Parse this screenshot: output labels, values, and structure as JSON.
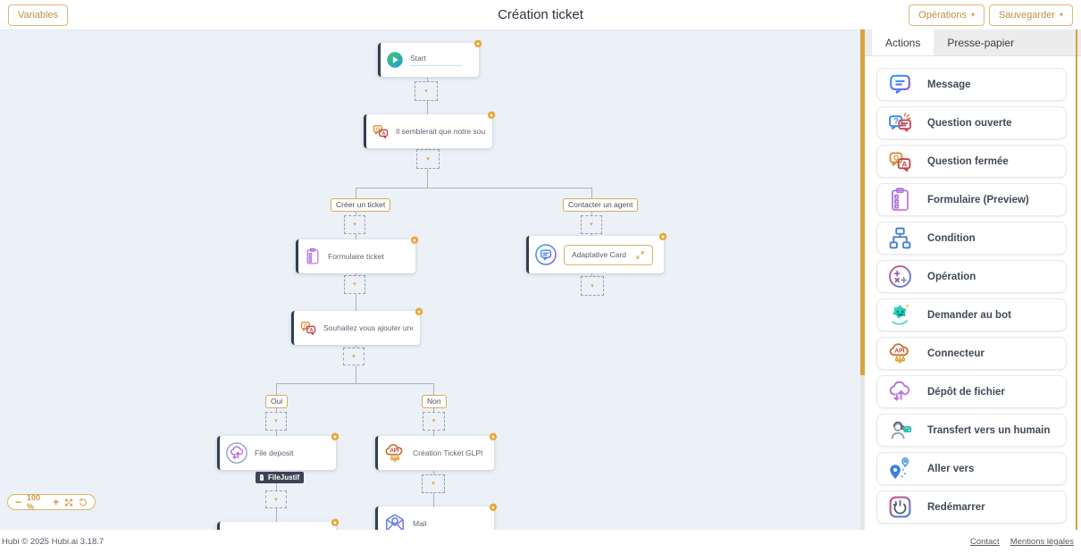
{
  "topbar": {
    "variables_button": "Variables",
    "title": "Création ticket",
    "operations_button": "Opérations",
    "save_button": "Sauvegarder"
  },
  "sidebar": {
    "tabs": [
      {
        "label": "Actions",
        "active": true
      },
      {
        "label": "Presse-papier",
        "active": false
      }
    ],
    "items": [
      {
        "name": "message",
        "label": "Message",
        "icon": "message-icon"
      },
      {
        "name": "question-ouverte",
        "label": "Question ouverte",
        "icon": "question-ouverte-icon"
      },
      {
        "name": "question-fermee",
        "label": "Question fermée",
        "icon": "question-fermee-icon"
      },
      {
        "name": "formulaire",
        "label": "Formulaire (Preview)",
        "icon": "form-icon"
      },
      {
        "name": "condition",
        "label": "Condition",
        "icon": "condition-icon"
      },
      {
        "name": "operation",
        "label": "Opération",
        "icon": "operation-icon"
      },
      {
        "name": "demander-au-bot",
        "label": "Demander au bot",
        "icon": "bot-icon"
      },
      {
        "name": "connecteur",
        "label": "Connecteur",
        "icon": "connector-api-icon"
      },
      {
        "name": "depot-de-fichier",
        "label": "Dépôt de fichier",
        "icon": "file-upload-icon"
      },
      {
        "name": "transfert-humain",
        "label": "Transfert vers un humain",
        "icon": "human-transfer-icon"
      },
      {
        "name": "aller-vers",
        "label": "Aller vers",
        "icon": "goto-icon"
      },
      {
        "name": "redemarrer",
        "label": "Redémarrer",
        "icon": "restart-icon"
      }
    ]
  },
  "canvas": {
    "nodes": [
      {
        "label": "Start",
        "icon": "play-icon"
      },
      {
        "label": "Il semblerait que notre soucis ...",
        "icon": "question-fermee-icon"
      },
      {
        "label": "Formulaire ticket",
        "icon": "form-icon"
      },
      {
        "label": "Adaptative Card",
        "icon": "message-circle-icon"
      },
      {
        "label": "Souhaitez vous ajouter une pi...",
        "icon": "question-fermee-icon"
      },
      {
        "label": "File deposit",
        "icon": "file-upload-icon"
      },
      {
        "label": "Création Ticket GLPI",
        "icon": "connector-api-icon"
      },
      {
        "label": "Mail",
        "icon": "mail-icon"
      },
      {
        "label": "",
        "icon": "bot-icon"
      }
    ],
    "branch_labels": [
      "Créer un ticket",
      "Contacter un agent",
      "Oui",
      "Non"
    ],
    "variable_badge": "FileJustif"
  },
  "zoom_controls": {
    "zoom_level": "100 %"
  },
  "icons": {
    "caret_down": "▾",
    "drop_triangle": "▾",
    "minus": "−",
    "plus": "+"
  },
  "footer": {
    "copyright": "Hubi © 2025 Hubi.ai 3.18.7",
    "links": [
      "Contact",
      "Mentions légales"
    ]
  },
  "colors": {
    "accent_gold": "#d9a23c",
    "canvas_bg": "#ebf1f7",
    "node_bar": "#333d50",
    "badge_bg": "#3c4454"
  }
}
